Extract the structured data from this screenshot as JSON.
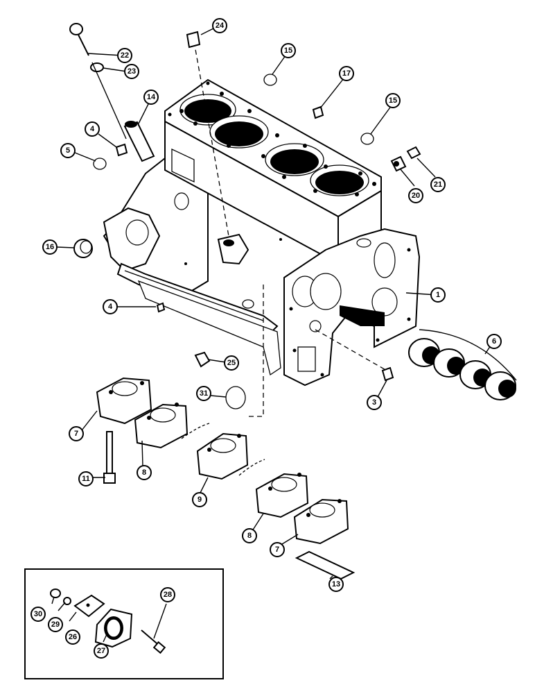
{
  "callouts": [
    {
      "id": "c1",
      "label": "1"
    },
    {
      "id": "c3",
      "label": "3"
    },
    {
      "id": "c4a",
      "label": "4"
    },
    {
      "id": "c4b",
      "label": "4"
    },
    {
      "id": "c5",
      "label": "5"
    },
    {
      "id": "c6",
      "label": "6"
    },
    {
      "id": "c7a",
      "label": "7"
    },
    {
      "id": "c7b",
      "label": "7"
    },
    {
      "id": "c8a",
      "label": "8"
    },
    {
      "id": "c8b",
      "label": "8"
    },
    {
      "id": "c9",
      "label": "9"
    },
    {
      "id": "c11",
      "label": "11"
    },
    {
      "id": "c13",
      "label": "13"
    },
    {
      "id": "c14",
      "label": "14"
    },
    {
      "id": "c15a",
      "label": "15"
    },
    {
      "id": "c15b",
      "label": "15"
    },
    {
      "id": "c16",
      "label": "16"
    },
    {
      "id": "c17",
      "label": "17"
    },
    {
      "id": "c20",
      "label": "20"
    },
    {
      "id": "c21",
      "label": "21"
    },
    {
      "id": "c22",
      "label": "22"
    },
    {
      "id": "c23",
      "label": "23"
    },
    {
      "id": "c24",
      "label": "24"
    },
    {
      "id": "c25",
      "label": "25"
    },
    {
      "id": "c31",
      "label": "31"
    },
    {
      "id": "c26",
      "label": "26"
    },
    {
      "id": "c27",
      "label": "27"
    },
    {
      "id": "c28",
      "label": "28"
    },
    {
      "id": "c29",
      "label": "29"
    },
    {
      "id": "c30",
      "label": "30"
    }
  ]
}
